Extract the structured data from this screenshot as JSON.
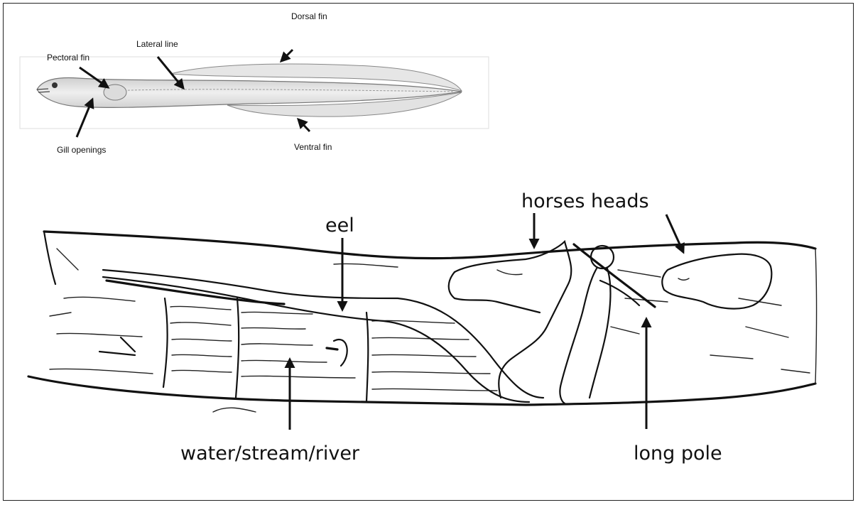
{
  "eel_diagram": {
    "labels": {
      "pectoral_fin": "Pectoral fin",
      "lateral_line": "Lateral line",
      "dorsal_fin": "Dorsal fin",
      "gill_openings": "Gill openings",
      "ventral_fin": "Ventral fin"
    }
  },
  "engraving": {
    "labels": {
      "eel": "eel",
      "horses_heads": "horses heads",
      "water": "water/stream/river",
      "long_pole": "long pole"
    }
  }
}
